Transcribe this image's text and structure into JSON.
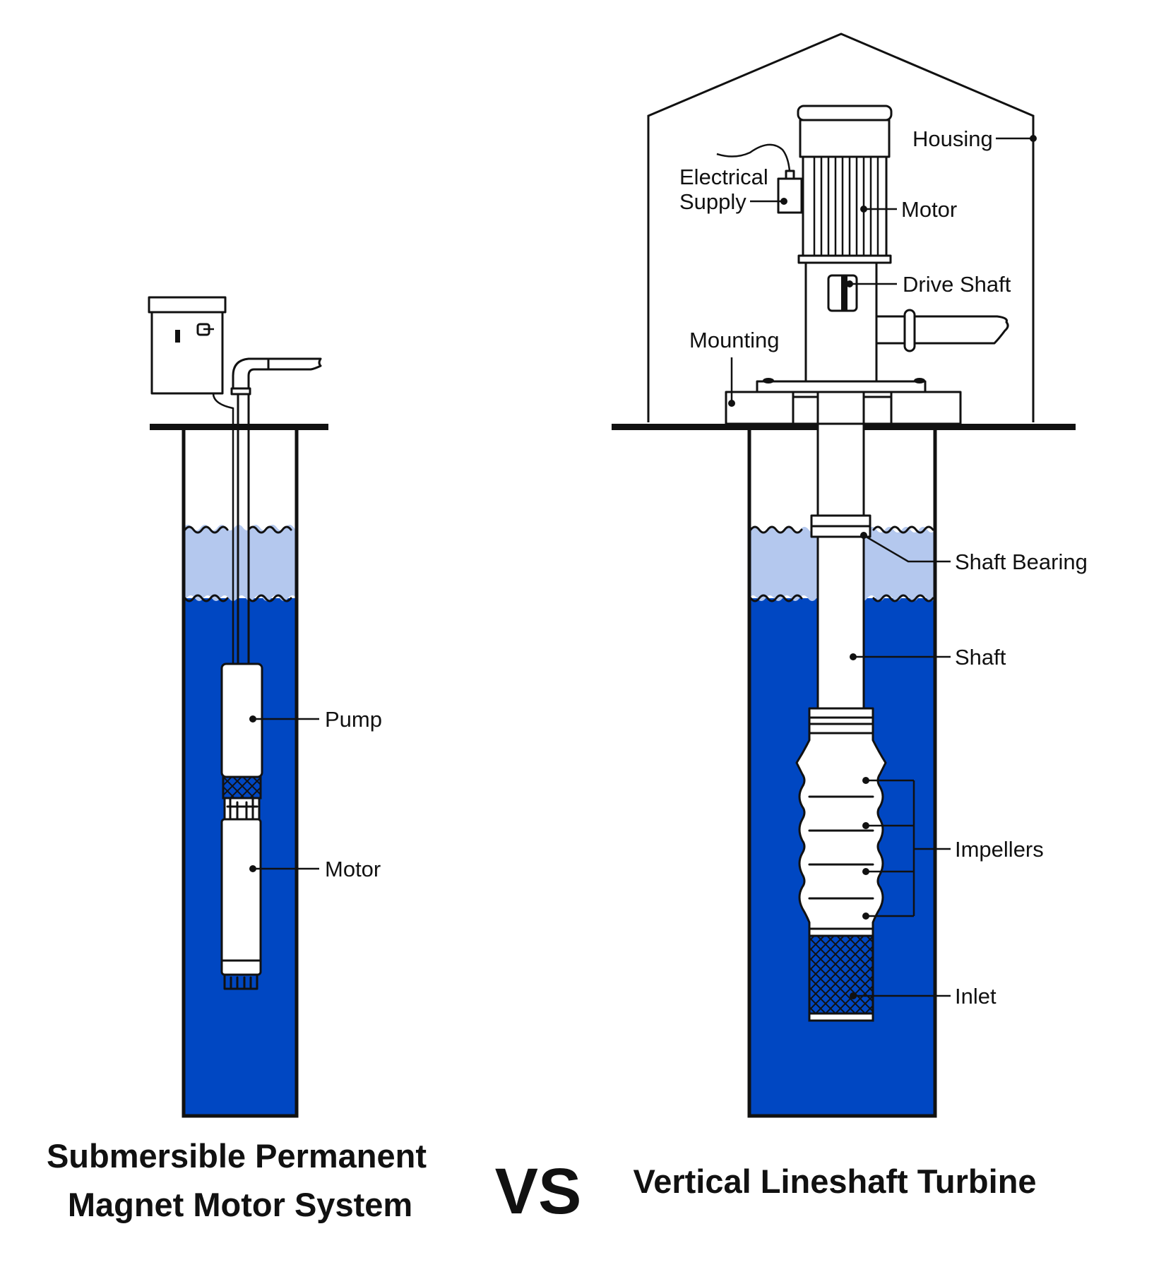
{
  "left_system": {
    "labels": {
      "pump": "Pump",
      "motor": "Motor"
    },
    "caption_line1": "Submersible Permanent",
    "caption_line2": "Magnet Motor System"
  },
  "vs_label": "VS",
  "right_system": {
    "labels": {
      "housing": "Housing",
      "electrical_line1": "Electrical",
      "electrical_line2": "Supply",
      "motor": "Motor",
      "drive_shaft": "Drive Shaft",
      "mounting": "Mounting",
      "shaft_bearing": "Shaft Bearing",
      "shaft": "Shaft",
      "impellers": "Impellers",
      "inlet": "Inlet"
    },
    "caption": "Vertical Lineshaft Turbine"
  },
  "colors": {
    "water_deep": "#0047c2",
    "water_surface": "#b4c8ee",
    "outline": "#111111",
    "background": "#ffffff"
  }
}
